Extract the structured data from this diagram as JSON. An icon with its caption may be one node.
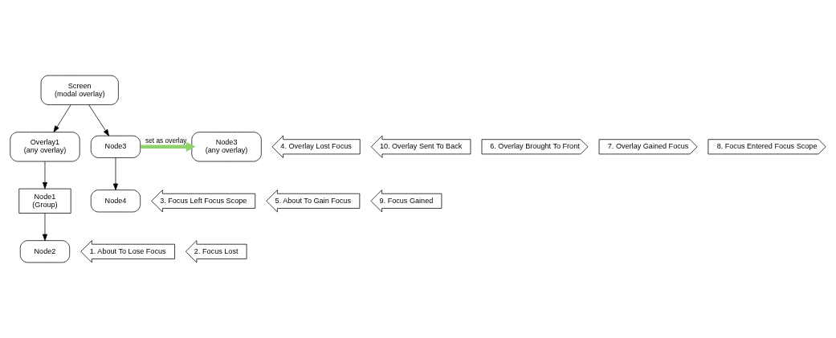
{
  "diagram": {
    "nodes": [
      {
        "text": [
          "Screen",
          "(modal overlay)"
        ]
      },
      {
        "text": [
          "4. Overlay Lost Focus"
        ]
      },
      {
        "text": [
          "10. Overlay Sent To Back"
        ]
      },
      {
        "text": [
          "Overlay1",
          "(any overlay)"
        ]
      },
      {
        "text": [
          "Node3"
        ]
      },
      {
        "text": [
          "Node3",
          "(any overlay)"
        ]
      },
      {
        "text": [
          "6. Overlay Brought To Front"
        ]
      },
      {
        "text": [
          "7. Overlay Gained Focus"
        ]
      },
      {
        "text": [
          "8. Focus Entered Focus Scope"
        ]
      },
      {
        "text": [
          "3. Focus Left Focus Scope"
        ]
      },
      {
        "text": [
          "Node1",
          "(Group)"
        ]
      },
      {
        "text": [
          "1. About To Lose Focus"
        ]
      },
      {
        "text": [
          "2. Focus Lost"
        ]
      },
      {
        "text": [
          "Node2"
        ]
      },
      {
        "text": [
          "Node4"
        ]
      },
      {
        "text": [
          "5. About To Gain Focus"
        ]
      },
      {
        "text": [
          "9. Focus Gained"
        ]
      }
    ],
    "edges": [
      {
        "from": 0,
        "to": 3,
        "arrow": "to"
      },
      {
        "from": 0,
        "to": 4,
        "arrow": "to"
      },
      {
        "from": 3,
        "to": 10,
        "arrow": "to"
      },
      {
        "from": 10,
        "to": 13,
        "arrow": "to"
      },
      {
        "from": 4,
        "to": 14,
        "arrow": "to"
      },
      {
        "from": 4,
        "to": 5,
        "arrow": "to",
        "label": "set as overlay",
        "style": "thick",
        "color": "#8fd16a"
      }
    ]
  }
}
